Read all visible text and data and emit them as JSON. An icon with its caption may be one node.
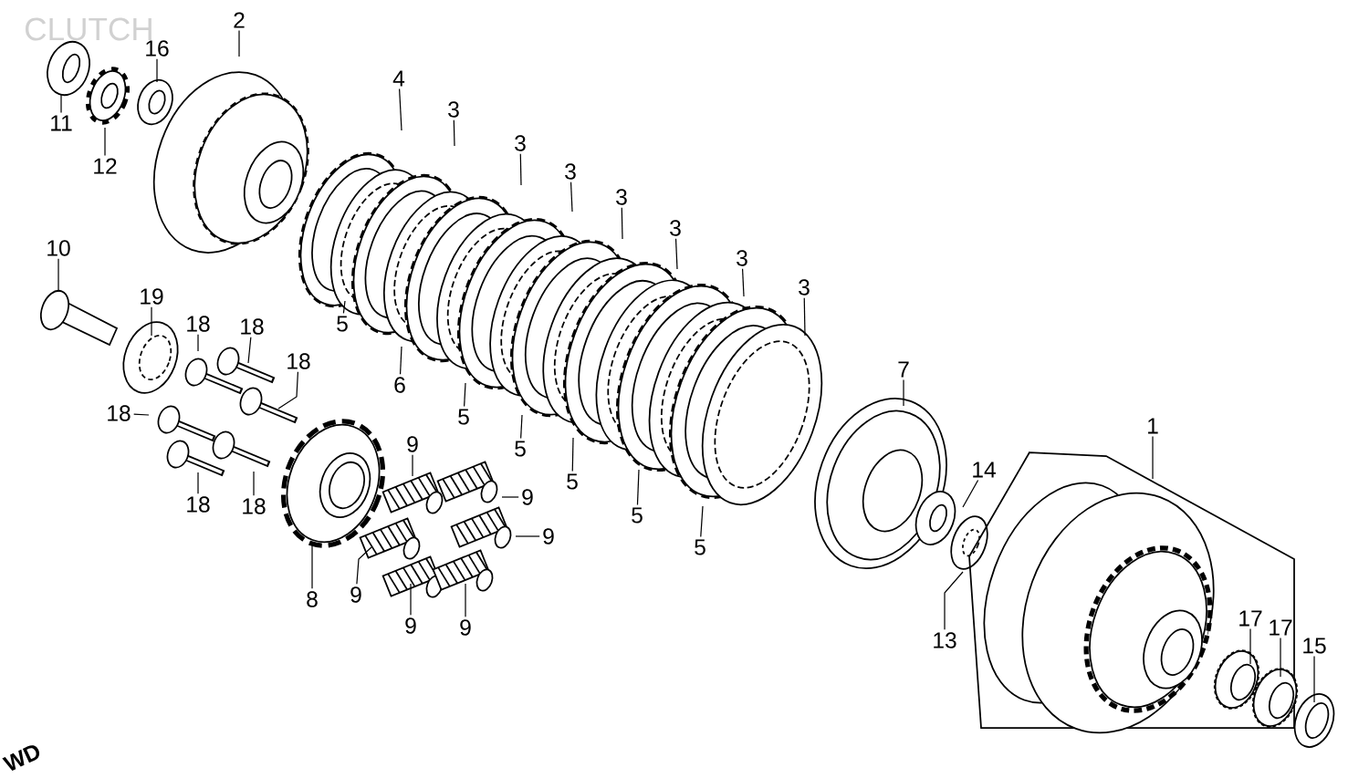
{
  "diagram": {
    "title": "CLUTCH",
    "nodes": [
      {
        "text": [
          "2"
        ]
      },
      {
        "text": [
          "16"
        ]
      },
      {
        "text": [
          "4"
        ]
      },
      {
        "text": [
          "3"
        ]
      },
      {
        "text": [
          "11"
        ]
      },
      {
        "text": [
          "3"
        ]
      },
      {
        "text": [
          "12"
        ]
      },
      {
        "text": [
          "3"
        ]
      },
      {
        "text": [
          "3"
        ]
      },
      {
        "text": [
          "3"
        ]
      },
      {
        "text": [
          "10"
        ]
      },
      {
        "text": [
          "3"
        ]
      },
      {
        "text": [
          "3"
        ]
      },
      {
        "text": [
          "19"
        ]
      },
      {
        "text": [
          "18"
        ]
      },
      {
        "text": [
          "18"
        ]
      },
      {
        "text": [
          "5"
        ]
      },
      {
        "text": [
          "18"
        ]
      },
      {
        "text": [
          "7"
        ]
      },
      {
        "text": [
          "6"
        ]
      },
      {
        "text": [
          "18"
        ]
      },
      {
        "text": [
          "5"
        ]
      },
      {
        "text": [
          "1"
        ]
      },
      {
        "text": [
          "9"
        ]
      },
      {
        "text": [
          "5"
        ]
      },
      {
        "text": [
          "14"
        ]
      },
      {
        "text": [
          "5"
        ]
      },
      {
        "text": [
          "9"
        ]
      },
      {
        "text": [
          "18"
        ]
      },
      {
        "text": [
          "18"
        ]
      },
      {
        "text": [
          "5"
        ]
      },
      {
        "text": [
          "9"
        ]
      },
      {
        "text": [
          "5"
        ]
      },
      {
        "text": [
          "9"
        ]
      },
      {
        "text": [
          "8"
        ]
      },
      {
        "text": [
          "9"
        ]
      },
      {
        "text": [
          "9"
        ]
      },
      {
        "text": [
          "13"
        ]
      },
      {
        "text": [
          "17"
        ]
      },
      {
        "text": [
          "17"
        ]
      },
      {
        "text": [
          "15"
        ]
      }
    ],
    "edges": [
      {
        "from": 0,
        "to": null,
        "arrow": "none"
      },
      {
        "from": 1,
        "to": null,
        "arrow": "none"
      },
      {
        "from": 2,
        "to": null,
        "arrow": "none"
      },
      {
        "from": 3,
        "to": null,
        "arrow": "none"
      },
      {
        "from": 4,
        "to": null,
        "arrow": "none"
      },
      {
        "from": 5,
        "to": null,
        "arrow": "none"
      },
      {
        "from": 6,
        "to": null,
        "arrow": "none"
      },
      {
        "from": 7,
        "to": null,
        "arrow": "none"
      },
      {
        "from": 8,
        "to": null,
        "arrow": "none"
      },
      {
        "from": 9,
        "to": null,
        "arrow": "none"
      },
      {
        "from": 10,
        "to": null,
        "arrow": "none"
      },
      {
        "from": 11,
        "to": null,
        "arrow": "none"
      },
      {
        "from": 12,
        "to": null,
        "arrow": "none"
      },
      {
        "from": 13,
        "to": null,
        "arrow": "none"
      },
      {
        "from": 14,
        "to": null,
        "arrow": "none"
      },
      {
        "from": 15,
        "to": null,
        "arrow": "none"
      },
      {
        "from": 16,
        "to": null,
        "arrow": "none"
      },
      {
        "from": 17,
        "to": null,
        "arrow": "none"
      },
      {
        "from": 18,
        "to": null,
        "arrow": "none"
      },
      {
        "from": 19,
        "to": null,
        "arrow": "none"
      },
      {
        "from": 20,
        "to": null,
        "arrow": "none"
      },
      {
        "from": 21,
        "to": null,
        "arrow": "none"
      },
      {
        "from": 22,
        "to": null,
        "arrow": "none"
      },
      {
        "from": 23,
        "to": null,
        "arrow": "none"
      },
      {
        "from": 24,
        "to": null,
        "arrow": "none"
      },
      {
        "from": 25,
        "to": null,
        "arrow": "none"
      },
      {
        "from": 26,
        "to": null,
        "arrow": "none"
      },
      {
        "from": 27,
        "to": null,
        "arrow": "none"
      },
      {
        "from": 28,
        "to": null,
        "arrow": "none"
      },
      {
        "from": 29,
        "to": null,
        "arrow": "none"
      },
      {
        "from": 30,
        "to": null,
        "arrow": "none"
      },
      {
        "from": 31,
        "to": null,
        "arrow": "none"
      },
      {
        "from": 32,
        "to": null,
        "arrow": "none"
      },
      {
        "from": 33,
        "to": null,
        "arrow": "none"
      },
      {
        "from": 34,
        "to": null,
        "arrow": "none"
      },
      {
        "from": 35,
        "to": null,
        "arrow": "none"
      },
      {
        "from": 36,
        "to": null,
        "arrow": "none"
      },
      {
        "from": 37,
        "to": null,
        "arrow": "none"
      },
      {
        "from": 38,
        "to": null,
        "arrow": "none"
      },
      {
        "from": 39,
        "to": null,
        "arrow": "none"
      },
      {
        "from": 40,
        "to": null,
        "arrow": "none"
      }
    ],
    "labels": [
      "WD"
    ]
  }
}
